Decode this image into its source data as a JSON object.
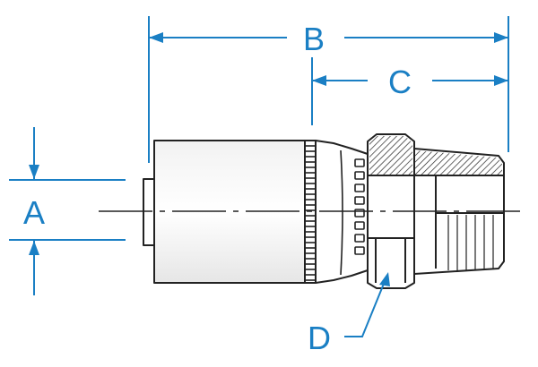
{
  "colors": {
    "dimension": "#1a7fc4",
    "outline": "#222222",
    "body_fill": "#ffffff",
    "shading": "#888888"
  },
  "labels": {
    "a": "A",
    "b": "B",
    "c": "C",
    "d": "D"
  },
  "components": [
    "hose-fitting-ferrule",
    "crimp-band",
    "hex-nut",
    "male-threaded-end"
  ]
}
